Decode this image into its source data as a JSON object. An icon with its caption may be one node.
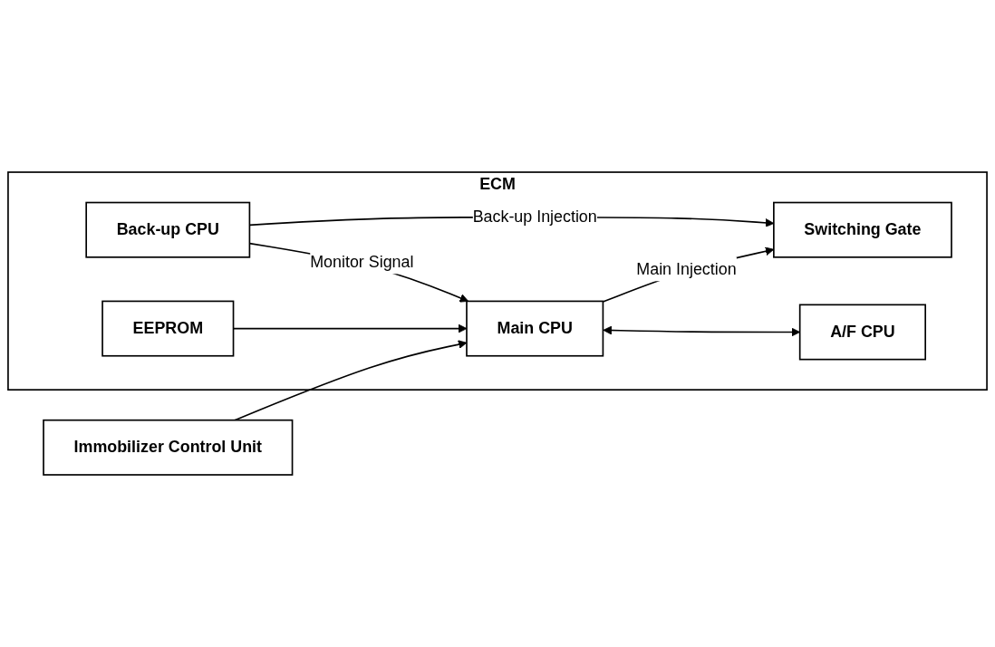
{
  "diagram": {
    "nodes": [
      {
        "text": [
          "ECM"
        ]
      },
      {
        "text": [
          "Immobilizer Control Unit"
        ]
      },
      {
        "text": [
          "Main CPU"
        ],
        "in": 0
      },
      {
        "text": [
          "A/F CPU"
        ],
        "in": 0
      },
      {
        "text": [
          "Back-up CPU"
        ],
        "in": 0
      },
      {
        "text": [
          "EEPROM"
        ],
        "in": 0
      },
      {
        "text": [
          "Switching Gate"
        ],
        "in": 0
      }
    ],
    "edges": [
      {
        "from": 1,
        "to": 2,
        "arrow": "to"
      },
      {
        "from": 2,
        "to": 3,
        "arrow": "both"
      },
      {
        "from": 4,
        "to": 2,
        "arrow": "to",
        "label": "Monitor Signal"
      },
      {
        "from": 5,
        "to": 2,
        "arrow": "to"
      },
      {
        "from": 4,
        "to": 6,
        "arrow": "to",
        "label": "Back-up Injection"
      },
      {
        "from": 2,
        "to": 6,
        "arrow": "to",
        "label": "Main Injection"
      }
    ]
  }
}
